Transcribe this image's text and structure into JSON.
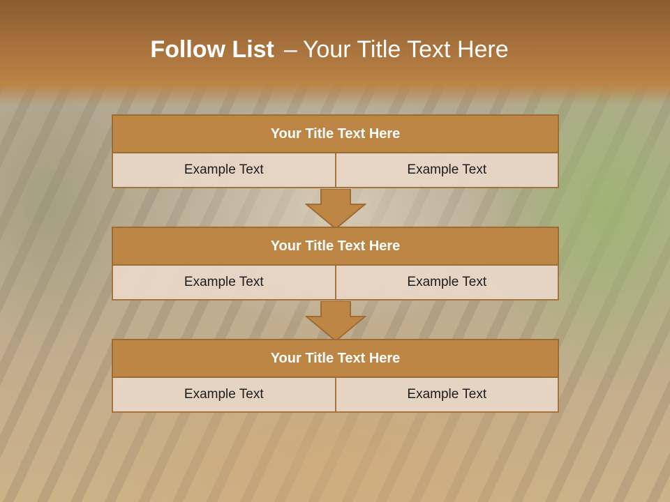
{
  "slide": {
    "title_bold": "Follow List",
    "title_separator": "–",
    "title_rest": "Your Title Text Here"
  },
  "blocks": [
    {
      "title": "Your Title Text Here",
      "left_text": "Example Text",
      "right_text": "Example Text"
    },
    {
      "title": "Your Title Text Here",
      "left_text": "Example Text",
      "right_text": "Example Text"
    },
    {
      "title": "Your Title Text Here",
      "left_text": "Example Text",
      "right_text": "Example Text"
    }
  ],
  "colors": {
    "header_band": "#a8723d",
    "block_title_fill": "#bd8645",
    "cell_fill": "#e7d5c6",
    "arrow_fill": "#bd8645",
    "border": "#9c6c36"
  },
  "background_image": "tiger-photo"
}
